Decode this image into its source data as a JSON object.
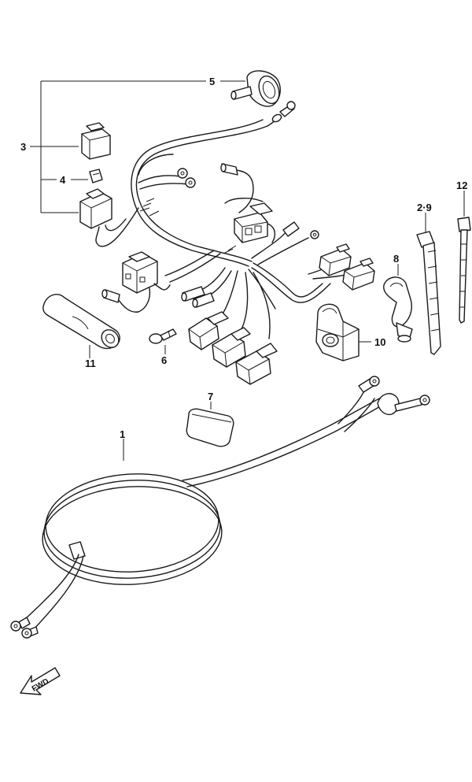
{
  "callouts": {
    "p1": "1",
    "p2_9": "2·9",
    "p3": "3",
    "p4": "4",
    "p5": "5",
    "p6": "6",
    "p7": "7",
    "p8": "8",
    "p10": "10",
    "p11": "11",
    "p12": "12"
  },
  "direction_arrow": {
    "label": "FWD"
  }
}
